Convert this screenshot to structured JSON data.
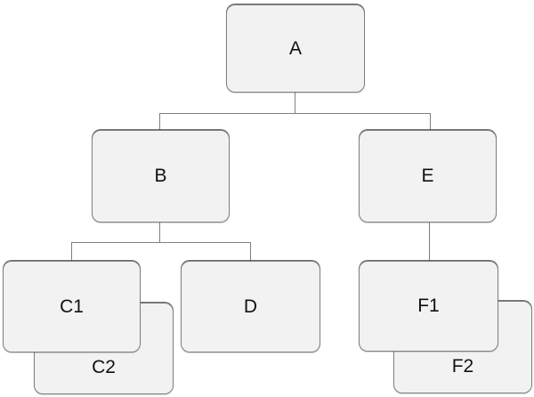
{
  "diagram": {
    "type": "tree",
    "nodes": {
      "a": {
        "label": "A"
      },
      "b": {
        "label": "B"
      },
      "e": {
        "label": "E"
      },
      "c1": {
        "label": "C1"
      },
      "c2": {
        "label": "C2"
      },
      "d": {
        "label": "D"
      },
      "f1": {
        "label": "F1"
      },
      "f2": {
        "label": "F2"
      }
    },
    "edges": [
      {
        "from": "A",
        "to": "B"
      },
      {
        "from": "A",
        "to": "E"
      },
      {
        "from": "B",
        "to": "C1"
      },
      {
        "from": "B",
        "to": "D"
      },
      {
        "from": "E",
        "to": "F1"
      }
    ],
    "stacks": [
      {
        "front": "C1",
        "back": "C2"
      },
      {
        "front": "F1",
        "back": "F2"
      }
    ],
    "colors": {
      "background": "#ffffff",
      "node_fill": "#f2f2f2",
      "node_border": "#7f7f7f",
      "connector": "#7f7f7f",
      "text": "#111111"
    }
  }
}
